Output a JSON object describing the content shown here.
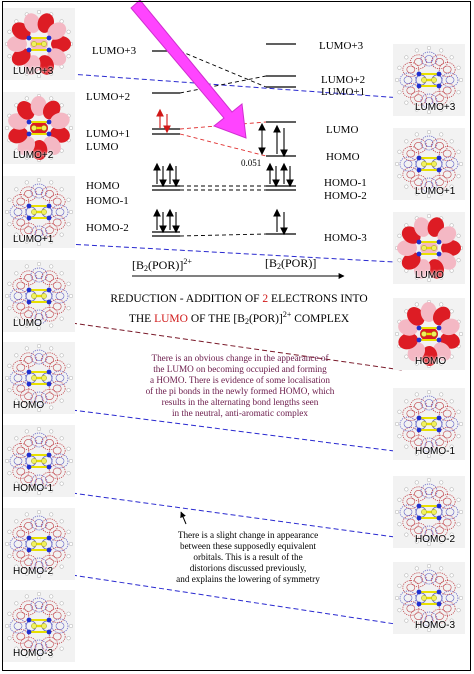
{
  "levels_left": {
    "lumo3": "LUMO+3",
    "lumo2": "LUMO+2",
    "lumo1": "LUMO+1",
    "lumo": "LUMO",
    "homo": "HOMO",
    "homo1": "HOMO-1",
    "homo2": "HOMO-2"
  },
  "levels_right": {
    "lumo3": "LUMO+3",
    "lumo2": "LUMO+2",
    "lumo1": "LUMO+1",
    "lumo": "LUMO",
    "homo": "HOMO",
    "homo1": "HOMO-1",
    "homo2": "HOMO-2",
    "homo3": "HOMO-3"
  },
  "gap_value": "0.051",
  "complex_left": {
    "base": "[B",
    "sub": "2",
    "mid": "(POR)]",
    "sup": "2+"
  },
  "complex_right": {
    "base": "[B",
    "sub": "2",
    "mid": "(POR)]"
  },
  "heading": {
    "line1_a": "REDUCTION - ADDITION OF ",
    "line1_num": "2",
    "line1_b": " ELECTRONS INTO",
    "line2_a": "THE ",
    "line2_lumo": "LUMO",
    "line2_b": " OF THE [B",
    "line2_sub": "2",
    "line2_c": "(POR)]",
    "line2_sup": "2+",
    "line2_d": " COMPLEX"
  },
  "note1": [
    "There is an obvious change in the appearance of",
    "the LUMO on becoming occupied and forming",
    "a HOMO.  There is evidence of some localisation",
    "of the pi bonds in the newly formed HOMO, which",
    "results in the alternating bond lengths seen",
    "in the neutral, anti-aromatic complex"
  ],
  "note2": [
    "There is a slight change in appearance",
    "between these supposedly equivalent",
    "orbitals.  This is a result of the",
    "distorions discussed previously,",
    "and explains the lowering of symmetry"
  ],
  "orbitals_left": [
    "LUMO+3",
    "LUMO+2",
    "LUMO+1",
    "LUMO",
    "HOMO",
    "HOMO-1",
    "HOMO-2",
    "HOMO-3"
  ],
  "orbitals_right": [
    "LUMO+3",
    "LUMO+1",
    "LUMO",
    "HOMO",
    "HOMO-1",
    "HOMO-2",
    "HOMO-3"
  ],
  "colors": {
    "lobe_red": "#dd1c24",
    "lobe_pink": "#f4b8c4",
    "mesh_red": "#c2484e",
    "mesh_blue": "#6464c8",
    "bond_yellow": "#e8e000",
    "arrow_magenta": "#ff44ff",
    "connector_red": "#e03030",
    "connector_blue": "#2a2ad0",
    "connector_maroon": "#7a1a2a"
  }
}
